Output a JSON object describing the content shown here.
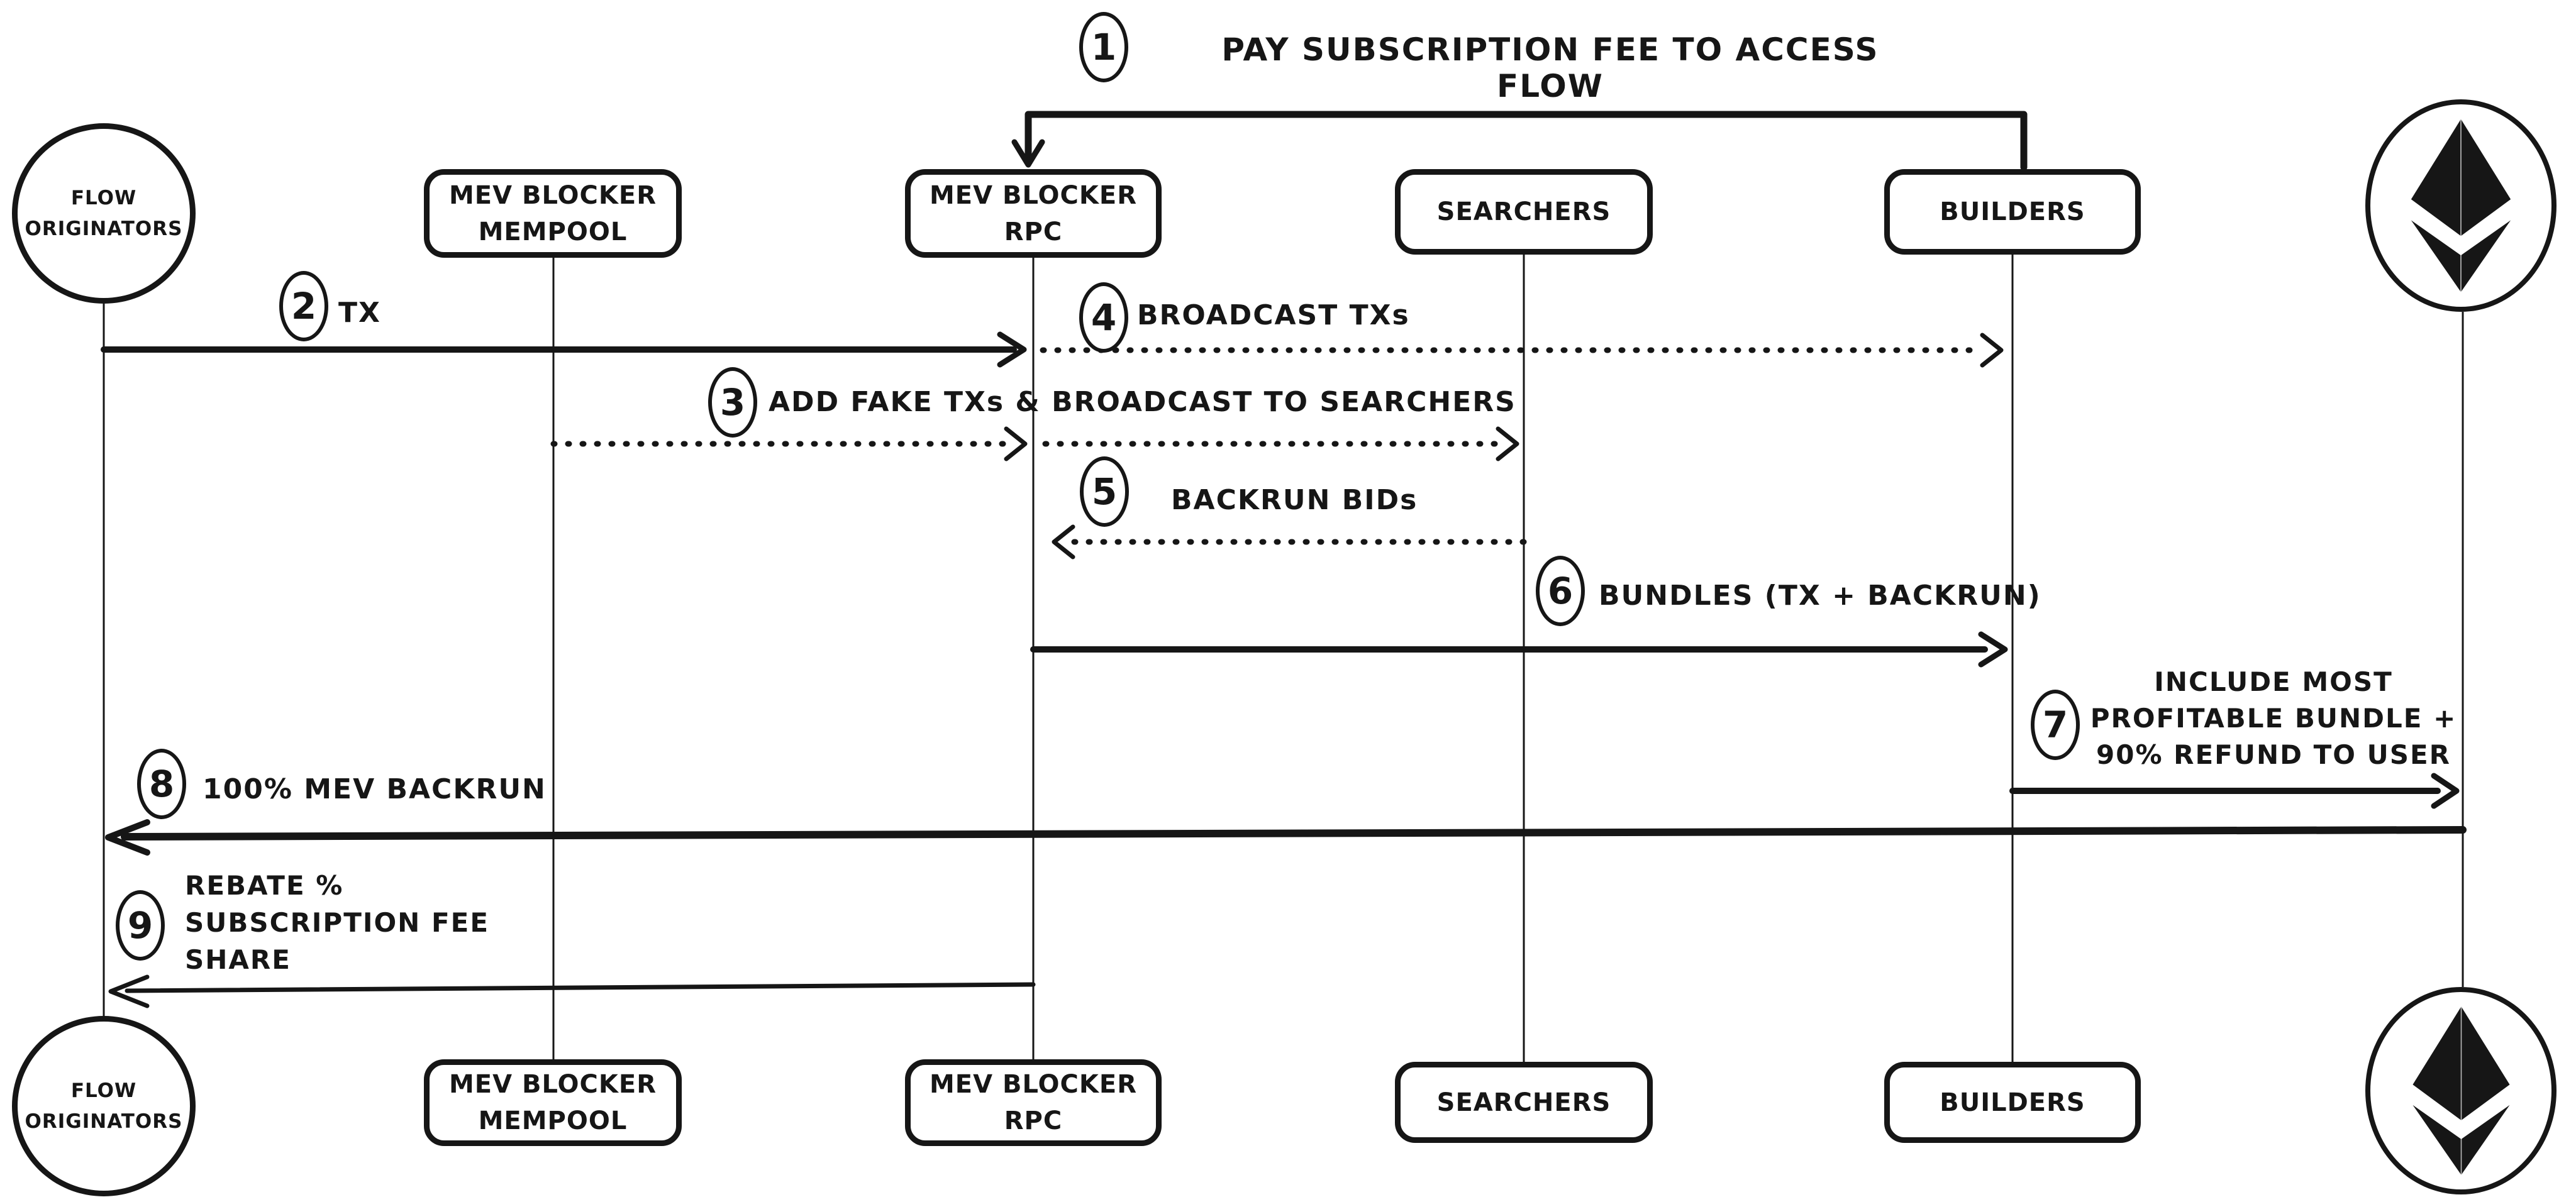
{
  "diagram": {
    "type": "sequence",
    "theme": {
      "ink": "#161616",
      "background": "#ffffff"
    }
  },
  "actors": [
    {
      "id": "flow-originators",
      "label": "FLOW\nORIGINATORS",
      "shape": "circle"
    },
    {
      "id": "mev-blocker-mempool",
      "label": "MEV BLOCKER\nMEMPOOL",
      "shape": "rounded-box"
    },
    {
      "id": "mev-blocker-rpc",
      "label": "MEV BLOCKER\nRPC",
      "shape": "rounded-box"
    },
    {
      "id": "searchers",
      "label": "SEARCHERS",
      "shape": "rounded-box"
    },
    {
      "id": "builders",
      "label": "BUILDERS",
      "shape": "rounded-box"
    },
    {
      "id": "ethereum",
      "icon": "ethereum-logo",
      "shape": "circle-logo"
    }
  ],
  "messages": [
    {
      "step": "1",
      "label": "PAY SUBSCRIPTION FEE TO ACCESS FLOW",
      "from": "builders",
      "to": "mev-blocker-rpc",
      "style": "solid"
    },
    {
      "step": "2",
      "label": "TX",
      "from": "flow-originators",
      "to": "mev-blocker-rpc",
      "style": "solid"
    },
    {
      "step": "3",
      "label": "ADD FAKE TXs & BROADCAST TO SEARCHERS",
      "from": "mev-blocker-mempool",
      "to": "searchers",
      "style": "dotted"
    },
    {
      "step": "4",
      "label": "BROADCAST TXs",
      "from": "mev-blocker-rpc",
      "to": "builders",
      "style": "dotted"
    },
    {
      "step": "5",
      "label": "BACKRUN BIDs",
      "from": "searchers",
      "to": "mev-blocker-rpc",
      "style": "dotted"
    },
    {
      "step": "6",
      "label": "BUNDLES (TX + BACKRUN)",
      "from": "mev-blocker-rpc",
      "to": "builders",
      "style": "solid"
    },
    {
      "step": "7",
      "label": "INCLUDE MOST\nPROFITABLE BUNDLE +\n90% REFUND TO USER",
      "from": "builders",
      "to": "ethereum",
      "style": "solid"
    },
    {
      "step": "8",
      "label": "100% MEV BACKRUN",
      "from": "ethereum",
      "to": "flow-originators",
      "style": "solid"
    },
    {
      "step": "9",
      "label": "REBATE %\nSUBSCRIPTION FEE\nSHARE",
      "from": "mev-blocker-rpc",
      "to": "flow-originators",
      "style": "solid"
    }
  ]
}
